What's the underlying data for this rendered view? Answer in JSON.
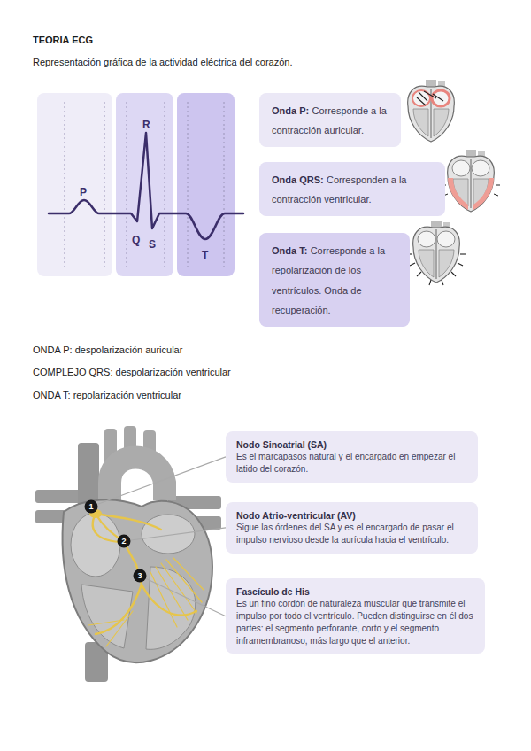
{
  "diagram": {
    "title": "TEORIA ECG",
    "nodes": [
      {
        "text": [
          "Onda P:",
          "Corresponde a la contracción auricular."
        ]
      },
      {
        "text": [
          "Onda QRS:",
          "Corresponden a la contracción ventricular."
        ]
      },
      {
        "text": [
          "Onda T:",
          "Corresponde a la repolarización de los ventrículos. Onda de recuperación."
        ]
      },
      {
        "text": [
          "1"
        ]
      },
      {
        "text": [
          "Nodo Sinoatrial (SA)",
          "Es el marcapasos natural y el encargado en empezar el latido del corazón."
        ]
      },
      {
        "text": [
          "2"
        ]
      },
      {
        "text": [
          "Nodo Atrio-ventricular (AV)",
          "Sigue las órdenes del SA y es el encargado de pasar el impulso nervioso desde la aurícula hacia el ventrículo."
        ]
      },
      {
        "text": [
          "3"
        ]
      },
      {
        "text": [
          "Fascículo de His",
          "Es un fino cordón de naturaleza muscular que transmite el impulso por todo el ventrículo. Pueden distinguirse en él dos partes: el segmento perforante, corto y el segmento inframembranoso, más largo que el anterior."
        ]
      }
    ],
    "edges": [
      {
        "from": 3,
        "to": 4,
        "arrow": "none"
      },
      {
        "from": 5,
        "to": 6,
        "arrow": "none"
      },
      {
        "from": 7,
        "to": 8,
        "arrow": "none"
      }
    ],
    "labels": [
      "Representación gráfica de la actividad eléctrica del corazón.",
      "P",
      "R",
      "Q",
      "S",
      "T",
      "ONDA P: despolarización auricular",
      "COMPLEJO QRS: despolarización ventricular",
      "ONDA T: repolarización ventricular"
    ]
  }
}
